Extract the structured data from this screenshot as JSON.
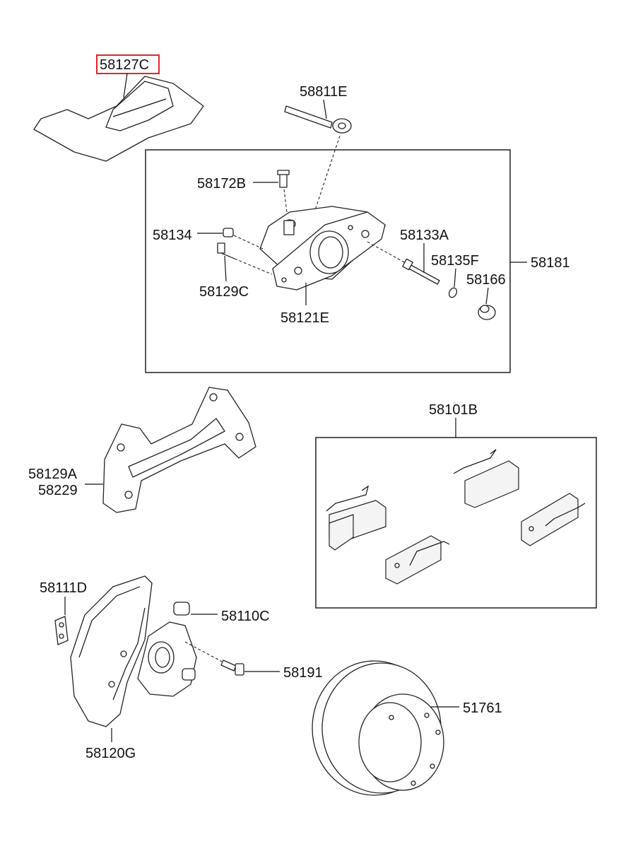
{
  "diagram": {
    "highlighted_part": "58127C",
    "highlight_color": "#e0262a",
    "parts": {
      "p58127C": "58127C",
      "p58811E": "58811E",
      "p58172B": "58172B",
      "p58134": "58134",
      "p58133A": "58133A",
      "p58135F": "58135F",
      "p58181": "58181",
      "p58166": "58166",
      "p58129C": "58129C",
      "p58121E": "58121E",
      "p58101B": "58101B",
      "p58129A": "58129A",
      "p58229": "58229",
      "p58111D": "58111D",
      "p58110C": "58110C",
      "p58191": "58191",
      "p51761": "51761",
      "p58120G": "58120G"
    }
  }
}
